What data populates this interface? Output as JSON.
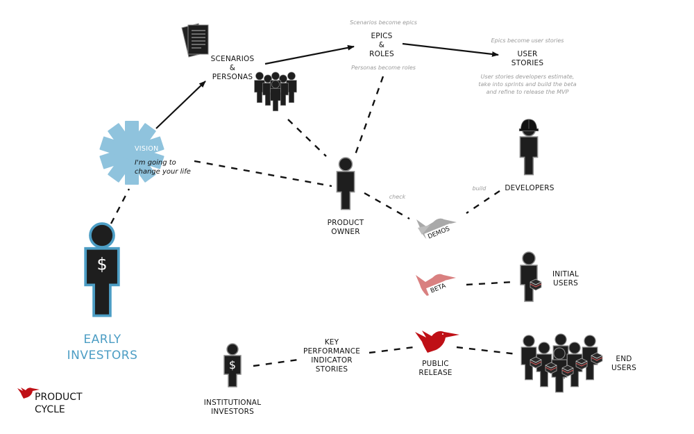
{
  "colors": {
    "figure": "#1e1e1e",
    "figure_outline": "#8c8c8c",
    "early_investor": "#4c9dc4",
    "vision": "#8fc3dd",
    "demos_bird": "#a9a9a9",
    "beta_bird": "#d98080",
    "release_bird": "#bf1016",
    "note_text": "#9a9a9a"
  },
  "title": {
    "line1": "PRODUCT",
    "line2": "CYCLE",
    "icon": "hummingbird-icon"
  },
  "nodes": {
    "scenarios": {
      "label": "SCENARIOS\n&\nPERSONAS",
      "icons": [
        "documents-icon",
        "group-icon"
      ]
    },
    "epics": {
      "label": "EPICS\n&\nROLES",
      "note_above": "Scenarios become epics",
      "note_below": "Personas become roles"
    },
    "user_stories": {
      "label": "USER\nSTORIES",
      "note_above": "Epics become user stories",
      "note_below": "User stories developers estimate,\ntake into sprints and build the beta\nand refine to release the MVP"
    },
    "vision": {
      "title": "VISION",
      "subtitle": "I'm going to\nchange your life",
      "icon": "asterisk-icon"
    },
    "early_investors": {
      "label": "EARLY\nINVESTORS",
      "icon": "investor-person-icon",
      "symbol": "$"
    },
    "product_owner": {
      "label": "PRODUCT\nOWNER",
      "icon": "person-icon"
    },
    "developers": {
      "label": "DEVELOPERS",
      "icon": "hardhat-person-icon"
    },
    "demos": {
      "label": "DEMOS",
      "icon": "bird-icon"
    },
    "beta": {
      "label": "BETA",
      "icon": "bird-icon"
    },
    "initial_users": {
      "label": "INITIAL\nUSERS",
      "icon": "user-with-box-icon"
    },
    "public_release": {
      "label": "PUBLIC\nRELEASE",
      "icon": "hummingbird-icon"
    },
    "end_users": {
      "label": "END\nUSERS",
      "icon": "crowd-with-boxes-icon"
    },
    "kpi": {
      "label": "KEY\nPERFORMANCE\nINDICATOR\nSTORIES"
    },
    "institutional_investors": {
      "label": "INSTITUTIONAL\nINVESTORS",
      "icon": "investor-person-icon",
      "symbol": "$"
    }
  },
  "edges": [
    {
      "from": "vision",
      "to": "scenarios",
      "style": "arrow"
    },
    {
      "from": "scenarios",
      "to": "epics",
      "style": "arrow"
    },
    {
      "from": "epics",
      "to": "user_stories",
      "style": "arrow"
    },
    {
      "from": "early_investors",
      "to": "vision",
      "style": "dashed"
    },
    {
      "from": "vision",
      "to": "product_owner",
      "style": "dashed"
    },
    {
      "from": "scenarios",
      "to": "product_owner",
      "style": "dashed"
    },
    {
      "from": "epics",
      "to": "product_owner",
      "style": "dashed"
    },
    {
      "from": "product_owner",
      "to": "demos",
      "style": "dashed",
      "label": "check"
    },
    {
      "from": "developers",
      "to": "demos",
      "style": "dashed",
      "label": "build"
    },
    {
      "from": "beta",
      "to": "initial_users",
      "style": "dashed"
    },
    {
      "from": "institutional_investors",
      "to": "kpi",
      "style": "dashed"
    },
    {
      "from": "kpi",
      "to": "public_release",
      "style": "dashed"
    },
    {
      "from": "public_release",
      "to": "end_users",
      "style": "dashed"
    }
  ]
}
